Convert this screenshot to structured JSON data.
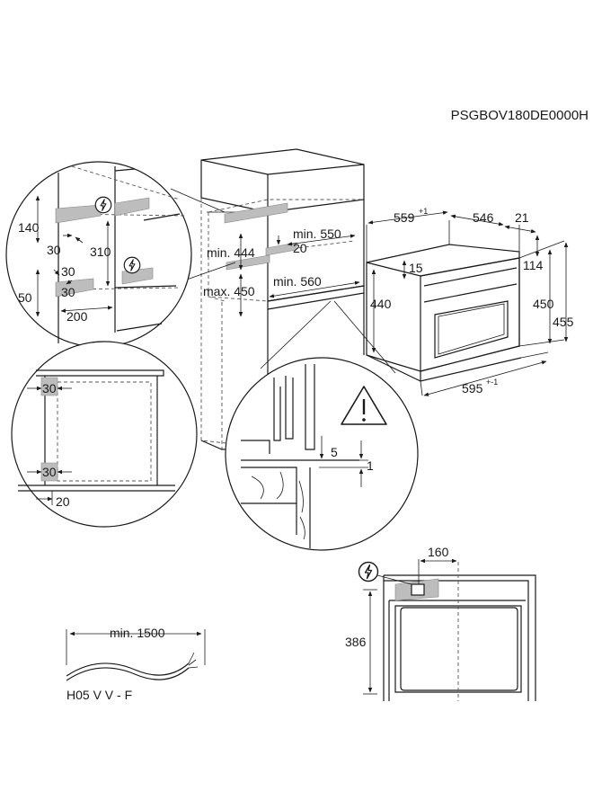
{
  "product_code": "PSGBOV180DE0000H",
  "niche": {
    "min_444": "min. 444",
    "max_450": "max. 450",
    "min_550": "min. 550",
    "min_560": "min. 560",
    "gap_20": "20"
  },
  "oven": {
    "depth_559": "559",
    "depth_559_tol": "+1",
    "depth_546": "546",
    "door_21": "21",
    "top_15": "15",
    "side_114": "114",
    "height_440": "440",
    "height_450": "450",
    "height_455": "455",
    "width_595": "595",
    "width_595_tol": "+-1"
  },
  "detail_left": {
    "d140": "140",
    "d30_a": "30",
    "d310": "310",
    "d30_b": "30",
    "d30_c": "30",
    "d50": "50",
    "d200": "200"
  },
  "detail_front": {
    "d30_top": "30",
    "d30_bottom": "30",
    "d20": "20"
  },
  "detail_section": {
    "d5": "5",
    "d1": "1"
  },
  "cable": {
    "min_1500": "min. 1500",
    "type": "H05 V V - F"
  },
  "connection": {
    "d160": "160",
    "d386": "386"
  },
  "icons": [
    "electrical-connection-icon",
    "warning-triangle-icon"
  ]
}
